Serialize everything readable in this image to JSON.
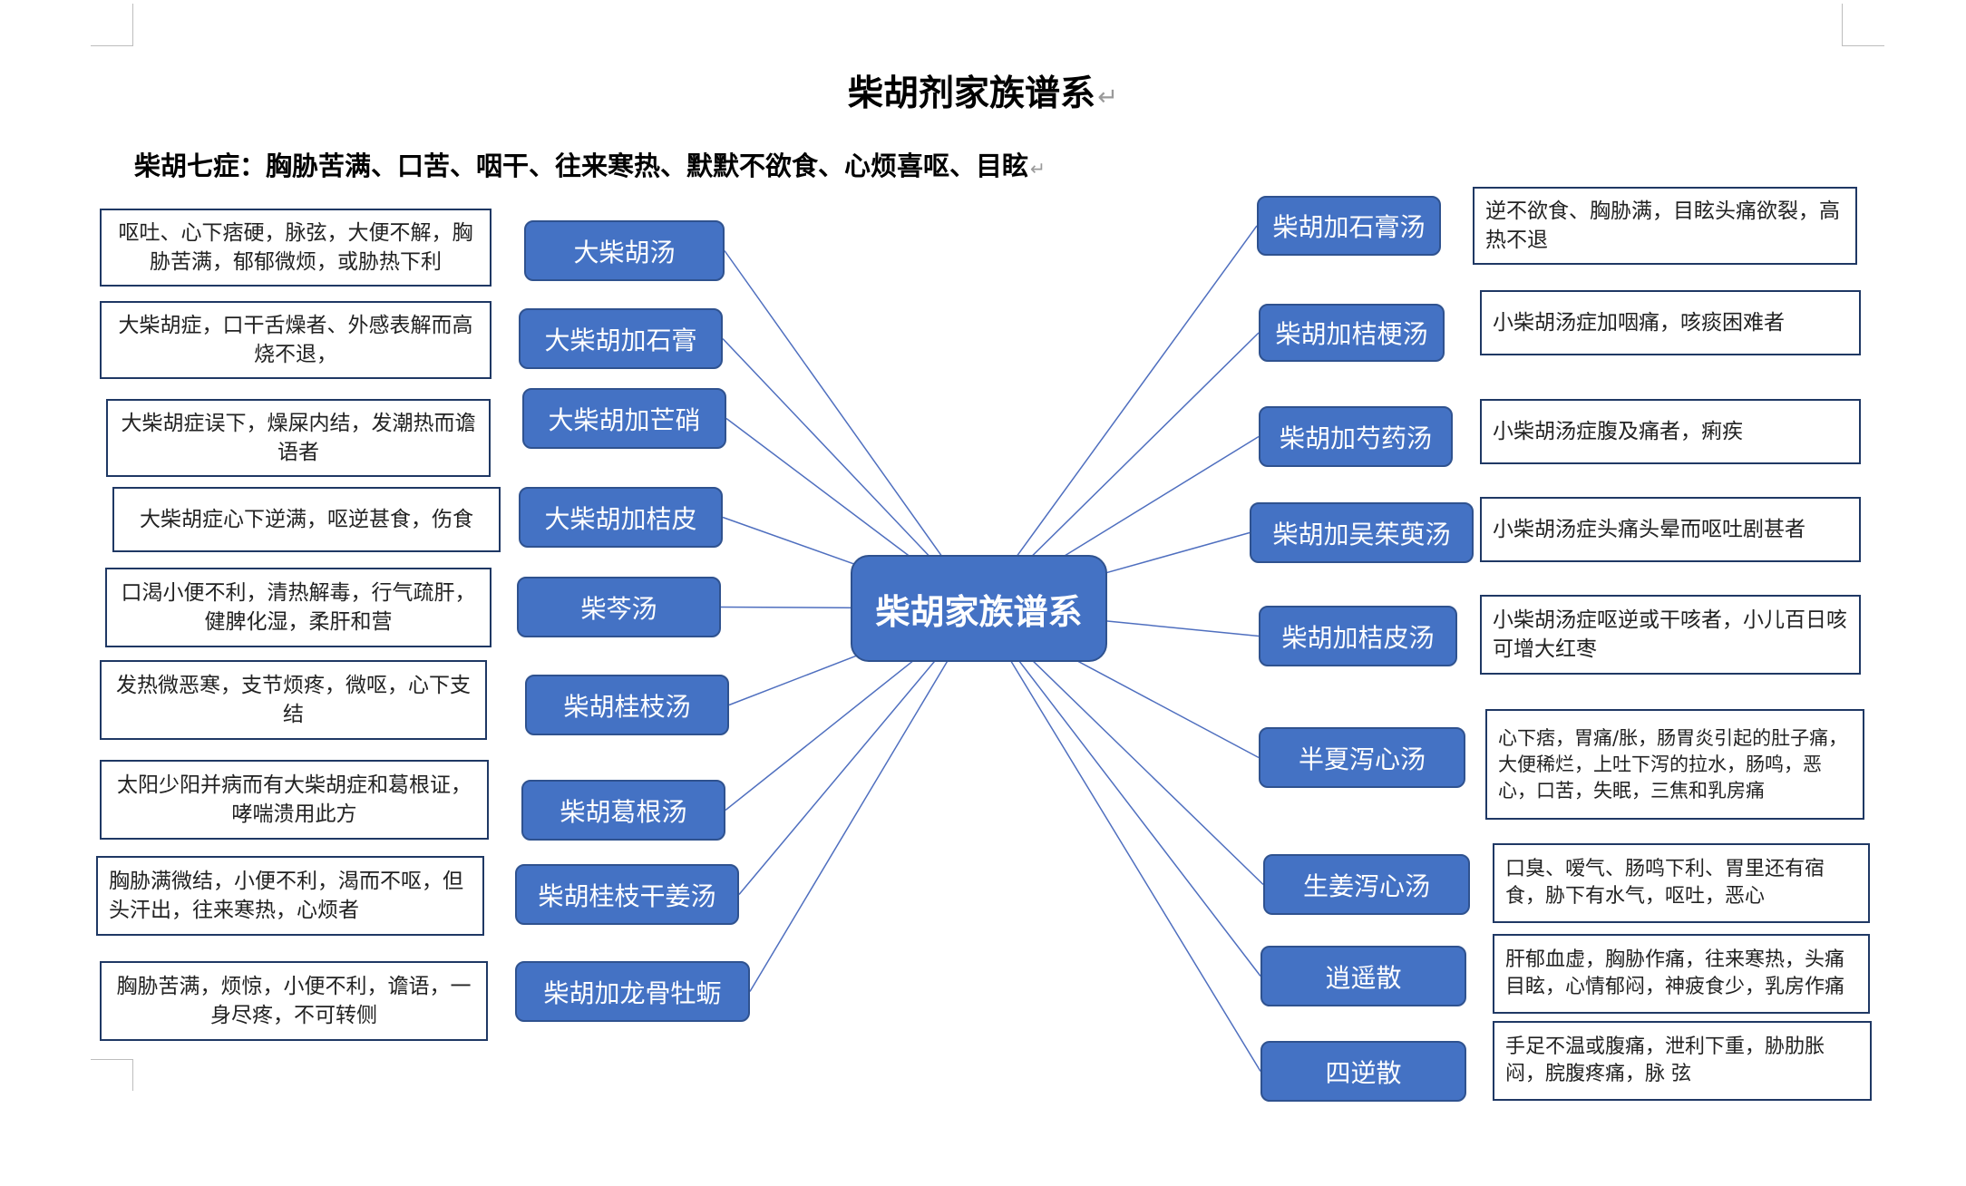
{
  "title": "柴胡剂家族谱系",
  "subtitle": "柴胡七症：胸胁苦满、口苦、咽干、往来寒热、默默不欲食、心烦喜呕、目眩",
  "paragraph_mark": "↵",
  "center": "柴胡家族谱系",
  "colors": {
    "node_fill": "#4472c4",
    "node_border": "#2f528f",
    "line": "#4f6fbf",
    "desc_border": "#1f3864"
  },
  "left": [
    {
      "name": "大柴胡汤",
      "desc": "呕吐、心下痞硬，脉弦，大便不解，胸胁苦满，郁郁微烦，或胁热下利"
    },
    {
      "name": "大柴胡加石膏",
      "desc": "大柴胡症，口干舌燥者、外感表解而高烧不退，"
    },
    {
      "name": "大柴胡加芒硝",
      "desc": "大柴胡症误下，燥屎内结，发潮热而谵语者"
    },
    {
      "name": "大柴胡加桔皮",
      "desc": "大柴胡症心下逆满，呕逆甚食，伤食"
    },
    {
      "name": "柴芩汤",
      "desc": "口渴小便不利，清热解毒，行气疏肝，健脾化湿，柔肝和营"
    },
    {
      "name": "柴胡桂枝汤",
      "desc": "发热微恶寒，支节烦疼，微呕，心下支结"
    },
    {
      "name": "柴胡葛根汤",
      "desc": "太阳少阳并病而有大柴胡症和葛根证，哮喘溃用此方"
    },
    {
      "name": "柴胡桂枝干姜汤",
      "desc": "胸胁满微结，小便不利，渴而不呕，但头汗出，往来寒热，心烦者"
    },
    {
      "name": "柴胡加龙骨牡蛎",
      "desc": "胸胁苦满，烦惊，小便不利，谵语，一身尽疼，不可转侧"
    }
  ],
  "right": [
    {
      "name": "柴胡加石膏汤",
      "desc": "逆不欲食、胸胁满，目眩头痛欲裂，高热不退"
    },
    {
      "name": "柴胡加桔梗汤",
      "desc": "小柴胡汤症加咽痛，咳痰困难者"
    },
    {
      "name": "柴胡加芍药汤",
      "desc": "小柴胡汤症腹及痛者，痢疾"
    },
    {
      "name": "柴胡加吴茱萸汤",
      "desc": "小柴胡汤症头痛头晕而呕吐剧甚者"
    },
    {
      "name": "柴胡加桔皮汤",
      "desc": "小柴胡汤症呕逆或干咳者，小儿百日咳可增大红枣"
    },
    {
      "name": "半夏泻心汤",
      "desc": "心下痞，胃痛/胀，肠胃炎引起的肚子痛，大便稀烂，上吐下泻的拉水，肠鸣，恶心，口苦，失眠，三焦和乳房痛"
    },
    {
      "name": "生姜泻心汤",
      "desc": "口臭、嗳气、肠鸣下利、胃里还有宿食，胁下有水气，呕吐，恶心"
    },
    {
      "name": "逍遥散",
      "desc": "肝郁血虚，胸胁作痛，往来寒热，头痛目眩，心情郁闷，神疲食少，乳房作痛"
    },
    {
      "name": "四逆散",
      "desc": "手足不温或腹痛，泄利下重，胁肋胀闷，脘腹疼痛，脉 弦"
    }
  ]
}
